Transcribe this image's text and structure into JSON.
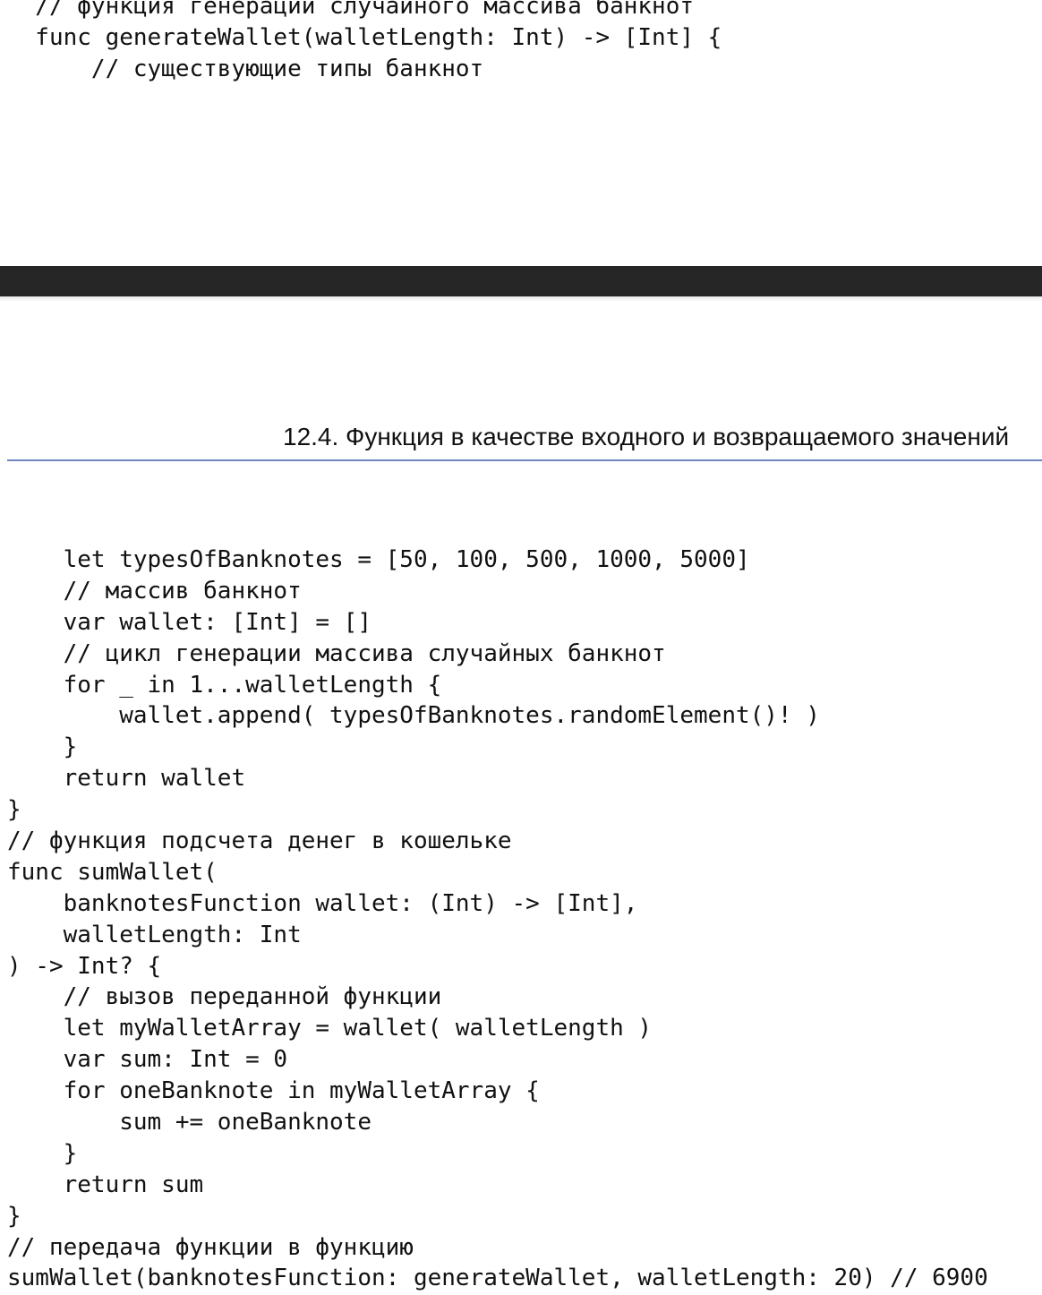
{
  "top_code_lines": [
    "  // функция генерации случайного массива банкнот",
    "  func generateWallet(walletLength: Int) -> [Int] {",
    "      // существующие типы банкнот"
  ],
  "page_header": {
    "title": "12.4. Функция в качестве входного и возвращаемого значений"
  },
  "bottom_code_lines": [
    "    let typesOfBanknotes = [50, 100, 500, 1000, 5000]",
    "    // массив банкнот",
    "    var wallet: [Int] = []",
    "    // цикл генерации массива случайных банкнот",
    "    for _ in 1...walletLength {",
    "        wallet.append( typesOfBanknotes.randomElement()! )",
    "    }",
    "    return wallet",
    "}",
    "// функция подсчета денег в кошельке",
    "func sumWallet(",
    "    banknotesFunction wallet: (Int) -> [Int],",
    "    walletLength: Int",
    ") -> Int? {",
    "    // вызов переданной функции",
    "    let myWalletArray = wallet( walletLength )",
    "    var sum: Int = 0",
    "    for oneBanknote in myWalletArray {",
    "        sum += oneBanknote",
    "    }",
    "    return sum",
    "}",
    "// передача функции в функцию",
    "sumWallet(banknotesFunction: generateWallet, walletLength: 20) // 6900"
  ]
}
